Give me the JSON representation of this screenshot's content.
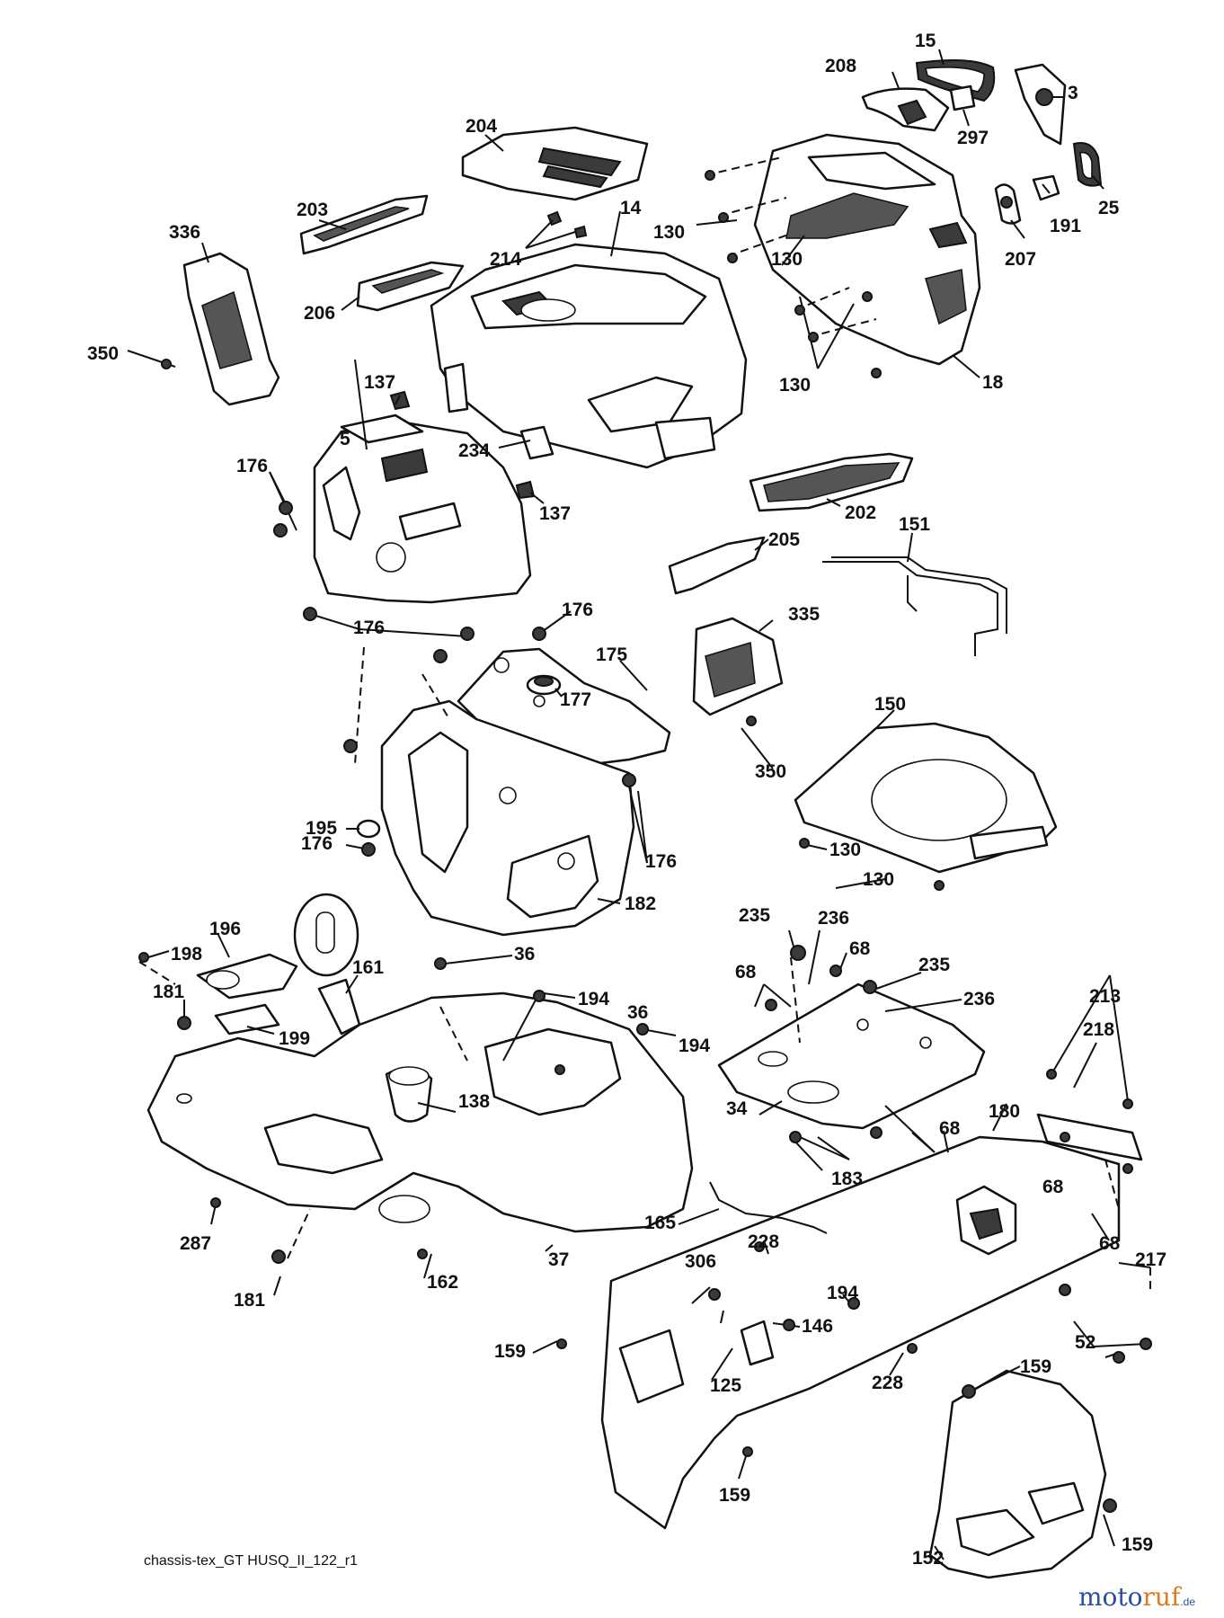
{
  "diagram": {
    "callouts": [
      {
        "id": "15",
        "text": "15"
      },
      {
        "id": "208",
        "text": "208"
      },
      {
        "id": "3",
        "text": "3"
      },
      {
        "id": "297",
        "text": "297"
      },
      {
        "id": "204",
        "text": "204"
      },
      {
        "id": "25",
        "text": "25"
      },
      {
        "id": "191",
        "text": "191"
      },
      {
        "id": "207",
        "text": "207"
      },
      {
        "id": "203",
        "text": "203"
      },
      {
        "id": "14",
        "text": "14"
      },
      {
        "id": "130a",
        "text": "130"
      },
      {
        "id": "336",
        "text": "336"
      },
      {
        "id": "214",
        "text": "214"
      },
      {
        "id": "130b",
        "text": "130"
      },
      {
        "id": "206",
        "text": "206"
      },
      {
        "id": "350a",
        "text": "350"
      },
      {
        "id": "130c",
        "text": "130"
      },
      {
        "id": "18",
        "text": "18"
      },
      {
        "id": "137a",
        "text": "137"
      },
      {
        "id": "5",
        "text": "5"
      },
      {
        "id": "234",
        "text": "234"
      },
      {
        "id": "176a",
        "text": "176"
      },
      {
        "id": "137b",
        "text": "137"
      },
      {
        "id": "202",
        "text": "202"
      },
      {
        "id": "205",
        "text": "205"
      },
      {
        "id": "151",
        "text": "151"
      },
      {
        "id": "176b",
        "text": "176"
      },
      {
        "id": "176c",
        "text": "176"
      },
      {
        "id": "335",
        "text": "335"
      },
      {
        "id": "175",
        "text": "175"
      },
      {
        "id": "177",
        "text": "177"
      },
      {
        "id": "150",
        "text": "150"
      },
      {
        "id": "350b",
        "text": "350"
      },
      {
        "id": "195",
        "text": "195"
      },
      {
        "id": "176d",
        "text": "176"
      },
      {
        "id": "130d",
        "text": "130"
      },
      {
        "id": "176e",
        "text": "176"
      },
      {
        "id": "130e",
        "text": "130"
      },
      {
        "id": "182",
        "text": "182"
      },
      {
        "id": "196",
        "text": "196"
      },
      {
        "id": "235a",
        "text": "235"
      },
      {
        "id": "236a",
        "text": "236"
      },
      {
        "id": "198",
        "text": "198"
      },
      {
        "id": "36a",
        "text": "36"
      },
      {
        "id": "68a",
        "text": "68"
      },
      {
        "id": "161",
        "text": "161"
      },
      {
        "id": "68b",
        "text": "68"
      },
      {
        "id": "235b",
        "text": "235"
      },
      {
        "id": "181a",
        "text": "181"
      },
      {
        "id": "194a",
        "text": "194"
      },
      {
        "id": "236b",
        "text": "236"
      },
      {
        "id": "36b",
        "text": "36"
      },
      {
        "id": "199",
        "text": "199"
      },
      {
        "id": "194b",
        "text": "194"
      },
      {
        "id": "213",
        "text": "213"
      },
      {
        "id": "218",
        "text": "218"
      },
      {
        "id": "138",
        "text": "138"
      },
      {
        "id": "34",
        "text": "34"
      },
      {
        "id": "180",
        "text": "180"
      },
      {
        "id": "68c",
        "text": "68"
      },
      {
        "id": "183",
        "text": "183"
      },
      {
        "id": "68d",
        "text": "68"
      },
      {
        "id": "287",
        "text": "287"
      },
      {
        "id": "165",
        "text": "165"
      },
      {
        "id": "68e",
        "text": "68"
      },
      {
        "id": "228a",
        "text": "228"
      },
      {
        "id": "37",
        "text": "37"
      },
      {
        "id": "306",
        "text": "306"
      },
      {
        "id": "217",
        "text": "217"
      },
      {
        "id": "162",
        "text": "162"
      },
      {
        "id": "194c",
        "text": "194"
      },
      {
        "id": "181b",
        "text": "181"
      },
      {
        "id": "146",
        "text": "146"
      },
      {
        "id": "52",
        "text": "52"
      },
      {
        "id": "159a",
        "text": "159"
      },
      {
        "id": "228b",
        "text": "228"
      },
      {
        "id": "125",
        "text": "125"
      },
      {
        "id": "159b",
        "text": "159"
      },
      {
        "id": "159c",
        "text": "159"
      },
      {
        "id": "159d",
        "text": "159"
      },
      {
        "id": "152",
        "text": "152"
      }
    ],
    "caption": "chassis-tex_GT HUSQ_II_122_r1",
    "watermark": {
      "main": "moto",
      "accent": "ruf",
      "suffix": ".de"
    }
  }
}
